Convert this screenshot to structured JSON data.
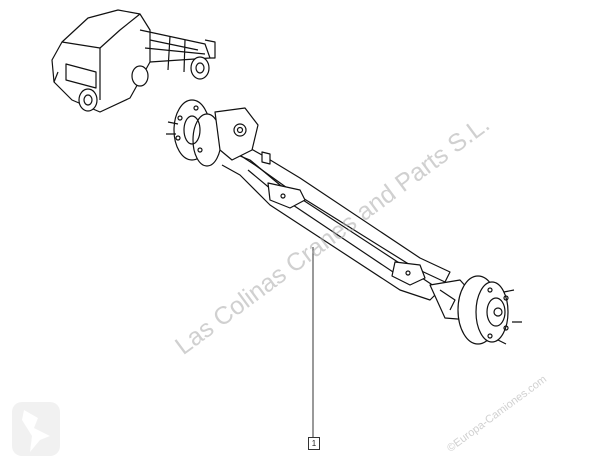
{
  "watermark": {
    "main": "Las Colinas Cranes and Parts S.L.",
    "sub": "©Europa-Camiones.com"
  },
  "callout": {
    "part_number": "1"
  }
}
